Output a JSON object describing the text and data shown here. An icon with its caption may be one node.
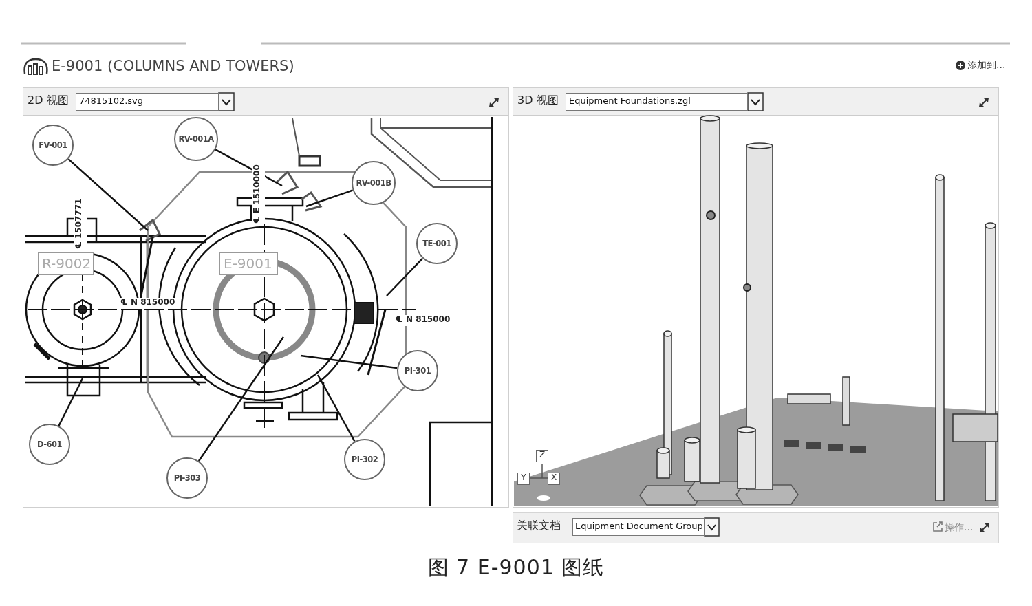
{
  "diagram": {
    "title": "E-9001 (COLUMNS AND TOWERS)",
    "caption": "图 7 E-9001 图纸",
    "nodes": [
      {
        "text": [
          "FV-001"
        ]
      },
      {
        "text": [
          "RV-001A"
        ]
      },
      {
        "text": [
          "RV-001B"
        ]
      },
      {
        "text": [
          "TE-001"
        ]
      },
      {
        "text": [
          "PI-301"
        ]
      },
      {
        "text": [
          "D-601"
        ]
      },
      {
        "text": [
          "PI-302"
        ]
      },
      {
        "text": [
          "PI-303"
        ]
      }
    ],
    "edges": [
      {
        "from": 0,
        "to": null,
        "arrow": "none"
      },
      {
        "from": 1,
        "to": null,
        "arrow": "none"
      },
      {
        "from": 2,
        "to": null,
        "arrow": "none"
      },
      {
        "from": 3,
        "to": null,
        "arrow": "none"
      },
      {
        "from": 4,
        "to": null,
        "arrow": "none"
      },
      {
        "from": 5,
        "to": null,
        "arrow": "none"
      },
      {
        "from": 6,
        "to": null,
        "arrow": "none"
      },
      {
        "from": 7,
        "to": null,
        "arrow": "none"
      }
    ],
    "labels": [
      "添加到...",
      "2D 视图",
      "74815102.svg",
      "3D 视图",
      "Equipment Foundations.zgl",
      "R-9002",
      "E-9001",
      "℄ E 1510000",
      "℄ 1507771",
      "℄ N 815000",
      "℄ N 815000",
      "Z",
      "Y",
      "X",
      "关联文档",
      "Equipment Document Group",
      "操作..."
    ]
  }
}
